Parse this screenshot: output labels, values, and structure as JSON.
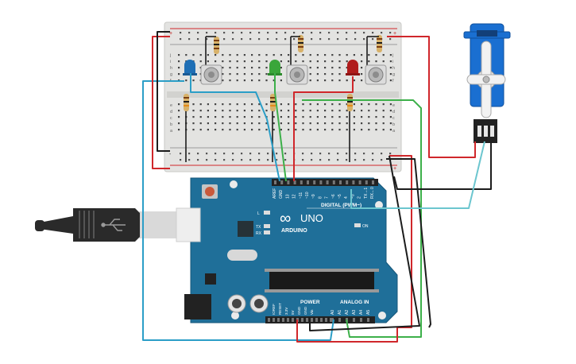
{
  "board": {
    "brand": "ARDUINO",
    "model": "UNO",
    "logo_symbol": "∞",
    "section_digital": "DIGITAL (PWM~)",
    "section_power": "POWER",
    "section_analog": "ANALOG IN",
    "led_on_label": "ON",
    "led_l_label": "L",
    "led_tx_label": "TX",
    "led_rx_label": "RX",
    "top_pin_labels": [
      "AREF",
      "GND",
      "13",
      "12",
      "~11",
      "~10",
      "~9",
      "8",
      "7",
      "~6",
      "~5",
      "4",
      "~3",
      "2",
      "TX→1",
      "RX←0"
    ],
    "power_pin_labels": [
      "IOREF",
      "RESET",
      "3.3V",
      "5V",
      "GND",
      "GND",
      "Vin"
    ],
    "analog_pin_labels": [
      "A0",
      "A1",
      "A2",
      "A3",
      "A4",
      "A5"
    ]
  },
  "breadboard": {
    "row_letters_top": [
      "j",
      "i",
      "h",
      "g",
      "f"
    ],
    "row_letters_bottom": [
      "e",
      "d",
      "c",
      "b",
      "a"
    ],
    "rail_plus": "+",
    "rail_minus": "-"
  },
  "components": {
    "leds": [
      {
        "name": "blue-led",
        "color": "#1f6fb5"
      },
      {
        "name": "green-led",
        "color": "#3aa63a"
      },
      {
        "name": "red-led",
        "color": "#b01c1c"
      }
    ],
    "potentiometers": 3,
    "servo": {
      "name": "micro-servo",
      "body_color": "#1a6fd1"
    }
  },
  "colors": {
    "wire_red": "#d0272b",
    "wire_black": "#1c1c1c",
    "wire_green": "#3db04a",
    "wire_blue": "#2b9ec7",
    "wire_cyan": "#6cc6cf",
    "board_blue": "#1f6f99"
  }
}
